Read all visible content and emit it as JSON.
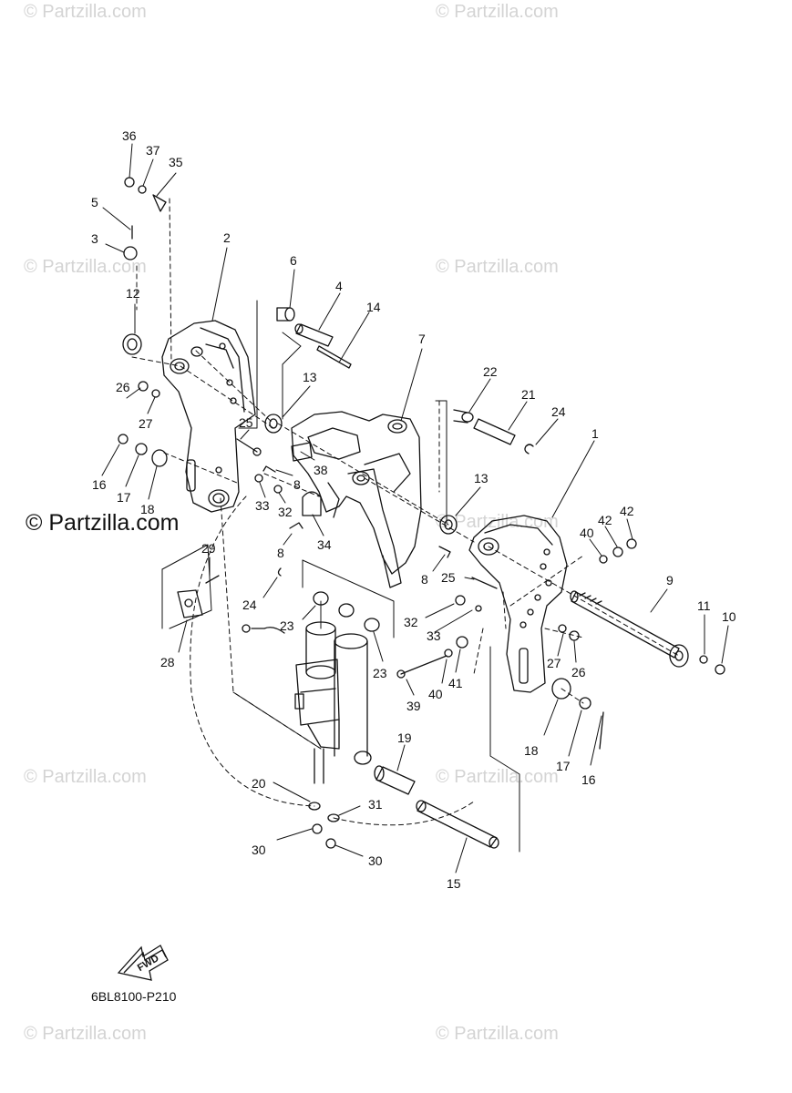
{
  "watermark": "© Partzilla.com",
  "watermark_main": "© Partzilla.com",
  "diagram_code": "6BL8100-P210",
  "fwd_label": "FWD",
  "callouts": [
    {
      "id": "c36",
      "label": "36"
    },
    {
      "id": "c37",
      "label": "37"
    },
    {
      "id": "c35",
      "label": "35"
    },
    {
      "id": "c5",
      "label": "5"
    },
    {
      "id": "c3",
      "label": "3"
    },
    {
      "id": "c2",
      "label": "2"
    },
    {
      "id": "c12",
      "label": "12"
    },
    {
      "id": "c6",
      "label": "6"
    },
    {
      "id": "c4",
      "label": "4"
    },
    {
      "id": "c14",
      "label": "14"
    },
    {
      "id": "c7",
      "label": "7"
    },
    {
      "id": "c13a",
      "label": "13"
    },
    {
      "id": "c26a",
      "label": "26"
    },
    {
      "id": "c27a",
      "label": "27"
    },
    {
      "id": "c25a",
      "label": "25"
    },
    {
      "id": "c38",
      "label": "38"
    },
    {
      "id": "c8a",
      "label": "8"
    },
    {
      "id": "c16a",
      "label": "16"
    },
    {
      "id": "c17a",
      "label": "17"
    },
    {
      "id": "c18a",
      "label": "18"
    },
    {
      "id": "c33a",
      "label": "33"
    },
    {
      "id": "c32a",
      "label": "32"
    },
    {
      "id": "c34",
      "label": "34"
    },
    {
      "id": "c8b",
      "label": "8"
    },
    {
      "id": "c22",
      "label": "22"
    },
    {
      "id": "c21",
      "label": "21"
    },
    {
      "id": "c24a",
      "label": "24"
    },
    {
      "id": "c1",
      "label": "1"
    },
    {
      "id": "c13b",
      "label": "13"
    },
    {
      "id": "c42a",
      "label": "42"
    },
    {
      "id": "c42b",
      "label": "42"
    },
    {
      "id": "c40a",
      "label": "40"
    },
    {
      "id": "c8c",
      "label": "8"
    },
    {
      "id": "c25b",
      "label": "25"
    },
    {
      "id": "c9",
      "label": "9"
    },
    {
      "id": "c29",
      "label": "29"
    },
    {
      "id": "c24b",
      "label": "24"
    },
    {
      "id": "c23a",
      "label": "23"
    },
    {
      "id": "c23b",
      "label": "23"
    },
    {
      "id": "c28",
      "label": "28"
    },
    {
      "id": "c32b",
      "label": "32"
    },
    {
      "id": "c33b",
      "label": "33"
    },
    {
      "id": "c11",
      "label": "11"
    },
    {
      "id": "c10",
      "label": "10"
    },
    {
      "id": "c27b",
      "label": "27"
    },
    {
      "id": "c26b",
      "label": "26"
    },
    {
      "id": "c39",
      "label": "39"
    },
    {
      "id": "c40b",
      "label": "40"
    },
    {
      "id": "c41",
      "label": "41"
    },
    {
      "id": "c18b",
      "label": "18"
    },
    {
      "id": "c17b",
      "label": "17"
    },
    {
      "id": "c16b",
      "label": "16"
    },
    {
      "id": "c19",
      "label": "19"
    },
    {
      "id": "c20",
      "label": "20"
    },
    {
      "id": "c31",
      "label": "31"
    },
    {
      "id": "c30a",
      "label": "30"
    },
    {
      "id": "c30b",
      "label": "30"
    },
    {
      "id": "c15",
      "label": "15"
    }
  ]
}
